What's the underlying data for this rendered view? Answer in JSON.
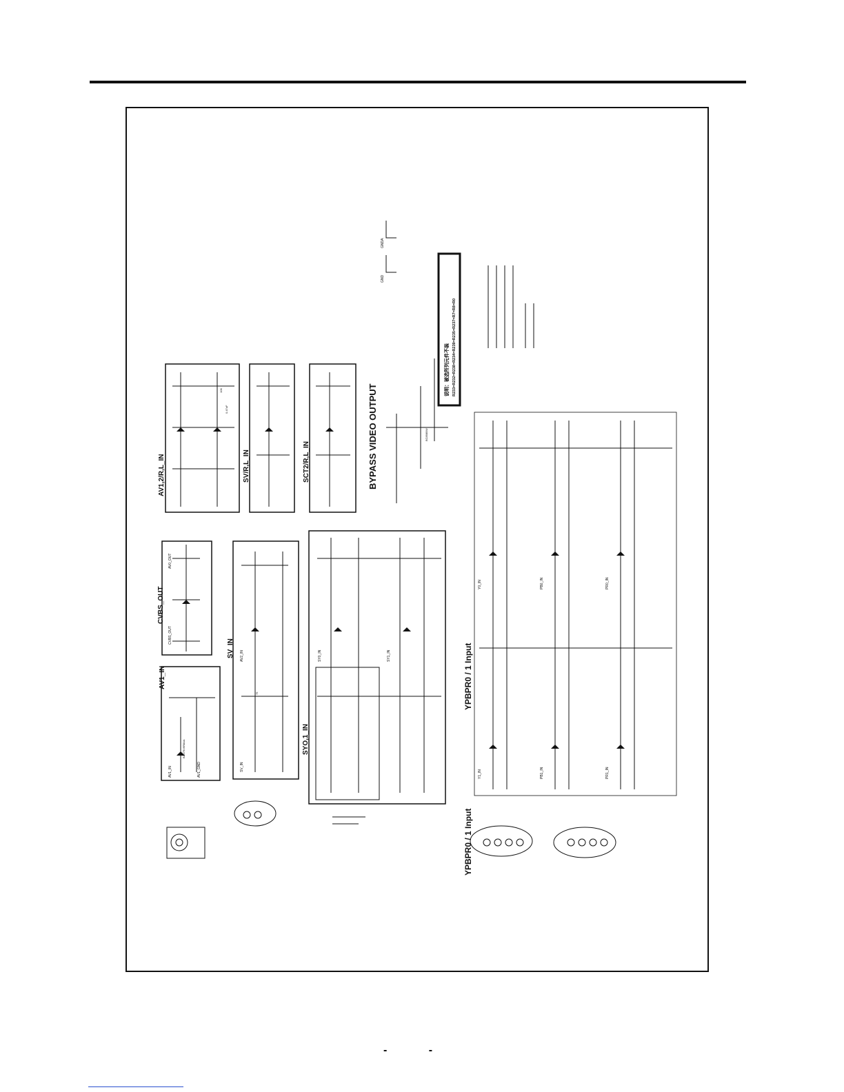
{
  "sections": {
    "av1_in": "AV1_IN",
    "cvbs_out": "CVBS_OUT",
    "sv_in": "SV_IN",
    "av_12_rl_in": "AV1,2/R,L_IN",
    "sv_rl_in": "SV/R,L_IN",
    "sct2_rl_in": "SCT2/R,L_IN",
    "syo_1_in": "SYO,1_IN",
    "bypass_video_output": "BYPASS VIDEO OUTPUT",
    "ypbpr_input_main": "YPBPR0 / 1 Input",
    "ypbpr_input_connector": "YPBPR0 / 1 Input"
  },
  "note_box": {
    "line1": "说明：被选所列元件不装",
    "line2": "R233=R232=R238=R234=R239=R235=R237=R7=R8=R0"
  },
  "net_labels": {
    "cvbs_out": "CVBS_OUT",
    "av0_out": "AV0_OUT",
    "av1_in": "AV1_IN",
    "av1_gnd": "AV1_GND",
    "av2_in": "AV2_IN",
    "sv_in": "SV_IN",
    "y0_in": "Y0_IN",
    "y1_in": "Y1_IN",
    "pb0_in": "PB0_IN",
    "pb1_in": "PB1_IN",
    "pr0_in": "PR0_IN",
    "pr1_in": "PR1_IN",
    "sy0_in": "SY0_IN",
    "sy1_in": "SY1_IN",
    "gnda": "GNDA",
    "gnd": "GND"
  },
  "components": {
    "d60": "BZX79V6R8AA",
    "r75": "75",
    "r10k": "10K",
    "c47": "0.47uF",
    "q": "BC858BW"
  },
  "page_mark": "- -"
}
